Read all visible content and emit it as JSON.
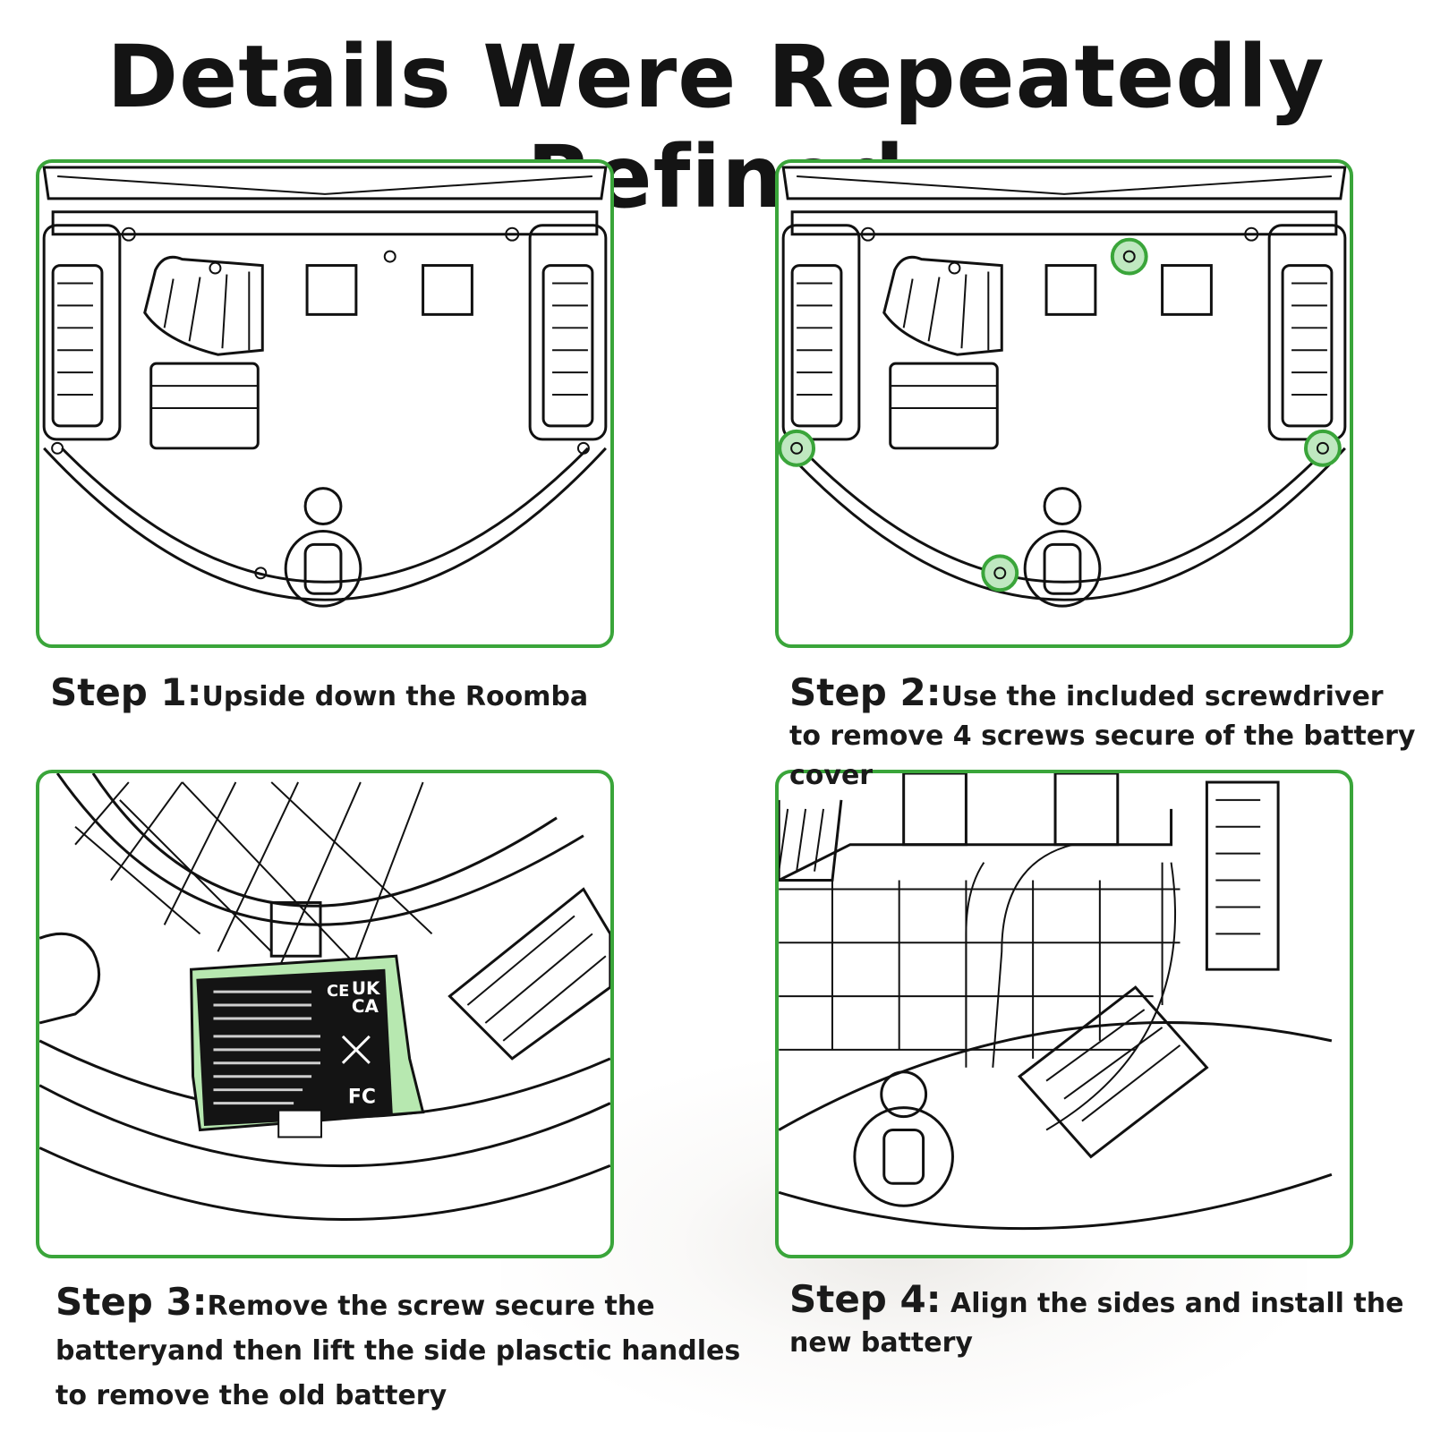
{
  "header": {
    "title": "Details Were Repeatedly Refined"
  },
  "colors": {
    "accent": "#3aa53a",
    "battery": "#b7e8b0"
  },
  "steps": [
    {
      "label": "Step 1:",
      "text": "Upside down the Roomba"
    },
    {
      "label": "Step 2:",
      "text": "Use the included screwdriver to remove 4 screws secure of the battery cover"
    },
    {
      "label": "Step 3:",
      "text": "Remove the screw secure the batteryand then lift the side plasctic handles to remove the old battery"
    },
    {
      "label": "Step 4:",
      "text": " Align the sides and install the new battery"
    }
  ],
  "battery_label": {
    "ce": "CE",
    "uk": "UK",
    "ca": "CA",
    "fc": "FC"
  }
}
